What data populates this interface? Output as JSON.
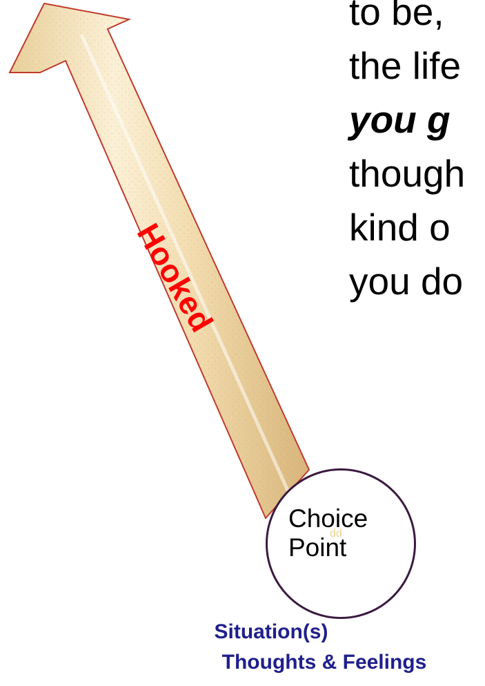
{
  "body_text": {
    "lines": [
      {
        "text": "to be,",
        "emphasis": false
      },
      {
        "text": "the life",
        "emphasis": false
      },
      {
        "text": "you g",
        "emphasis": true
      },
      {
        "text": "though",
        "emphasis": false
      },
      {
        "text": "kind o",
        "emphasis": false
      },
      {
        "text": "you do",
        "emphasis": false
      }
    ]
  },
  "arrow": {
    "label": "Hooked",
    "label_color": "#ff0000",
    "fill_color": "#f2dcae",
    "outline_color": "#c0392b"
  },
  "choice_point": {
    "line1": "Choice",
    "line2": "Point",
    "faint_mark": "dd",
    "border_color": "#3a1a3f"
  },
  "caption": {
    "line1": "Situation(s)",
    "line2": "Thoughts & Feelings",
    "color": "#1f1f8c"
  }
}
